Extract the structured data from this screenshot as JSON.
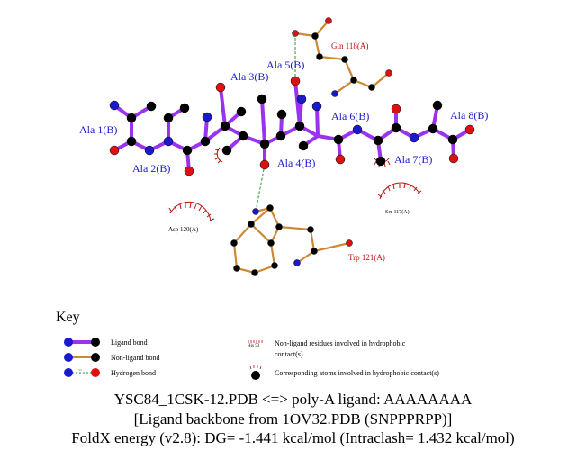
{
  "colors": {
    "ligand_bond": "#9933ee",
    "nonligand_bond": "#cc8833",
    "hbond": "#229922",
    "carbon": "#000000",
    "nitrogen": "#1a1acc",
    "oxygen": "#dd1111",
    "ligand_label": "#1a1acc",
    "residue_label": "#bb1111",
    "arc": "#bb1111"
  },
  "labels": {
    "ala1": "Ala 1(B)",
    "ala2": "Ala 2(B)",
    "ala3": "Ala 3(B)",
    "ala4": "Ala 4(B)",
    "ala5": "Ala 5(B)",
    "ala6": "Ala 6(B)",
    "ala7": "Ala 7(B)",
    "ala8": "Ala 8(B)",
    "gln118": "Gln 118(A)",
    "trp121": "Trp 121(A)",
    "ser117": "Ser 117(A)",
    "asp120": "Asp 120(A)"
  },
  "key": {
    "title": "Key",
    "ligand_bond": "Ligand bond",
    "nonligand_bond": "Non-ligand bond",
    "hydrogen_bond": "Hydrogen bond",
    "hbond_sample_dist": "3.0",
    "hydrophobic_residue_sample": "His 53",
    "hydrophobic_residues_line1": "Non-ligand residues involved in hydrophobic",
    "hydrophobic_residues_line2": "contact(s)",
    "hydrophobic_atoms": "Corresponding atoms involved in hydrophobic contact(s)"
  },
  "caption": {
    "line1": "YSC84_1CSK-12.PDB <=> poly-A ligand: AAAAAAAA",
    "line2": "[Ligand backbone from 1OV32.PDB (SNPPPRPP)]",
    "line3": "FoldX energy (v2.8): DG= -1.441 kcal/mol (Intraclash= 1.432 kcal/mol)"
  }
}
